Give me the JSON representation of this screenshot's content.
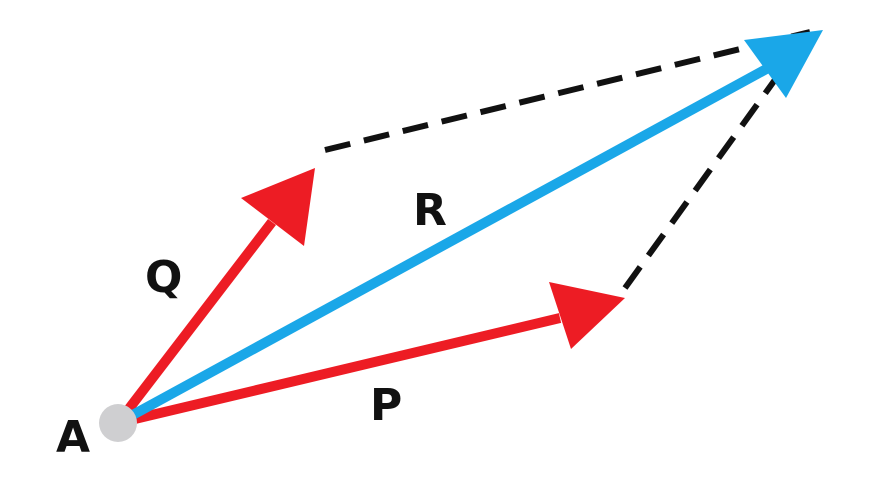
{
  "diagram": {
    "labels": {
      "origin": "A",
      "p": "P",
      "q": "Q",
      "r": "R"
    },
    "colors": {
      "component_vectors": "#ed1c24",
      "resultant_vector": "#1aa7e8",
      "construction_lines": "#111111",
      "origin_point": "#cfcfd1",
      "label_text": "#111111"
    }
  }
}
